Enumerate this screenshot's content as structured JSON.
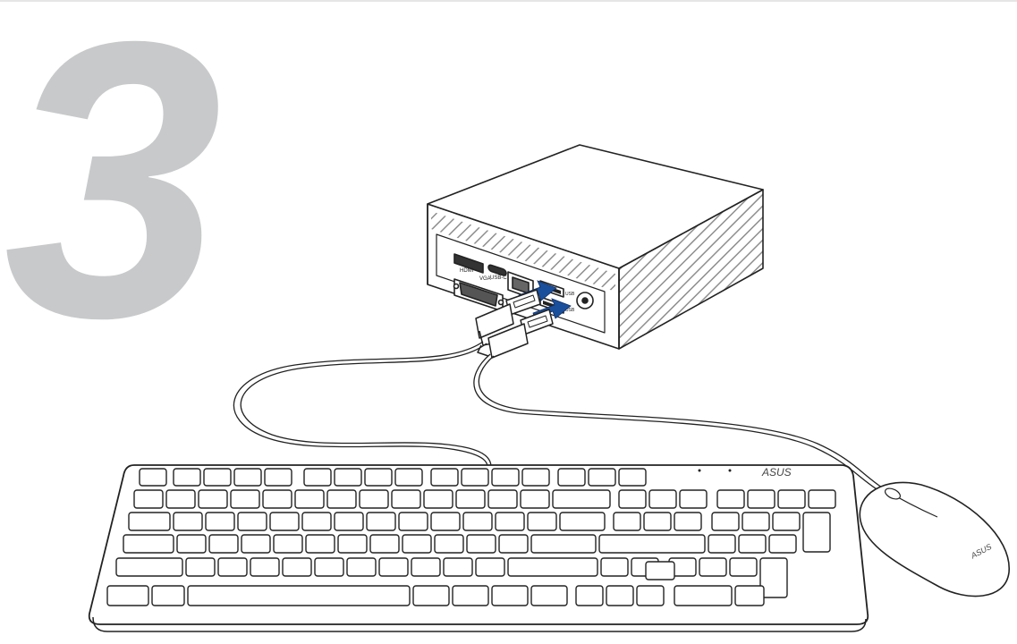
{
  "step_number": "3",
  "port_labels": {
    "hdmi": "HDMI",
    "usb_c": "USB-C",
    "vga": "VGA",
    "usb_top": "USB",
    "usb_bottom": "USB"
  },
  "keyboard_brand": "ASUS",
  "mouse_brand": "ASUS",
  "colors": {
    "line": "#222222",
    "arrow": "#1a4f9c",
    "step": "#c8c9cb",
    "vent": "#9a9a9a"
  }
}
